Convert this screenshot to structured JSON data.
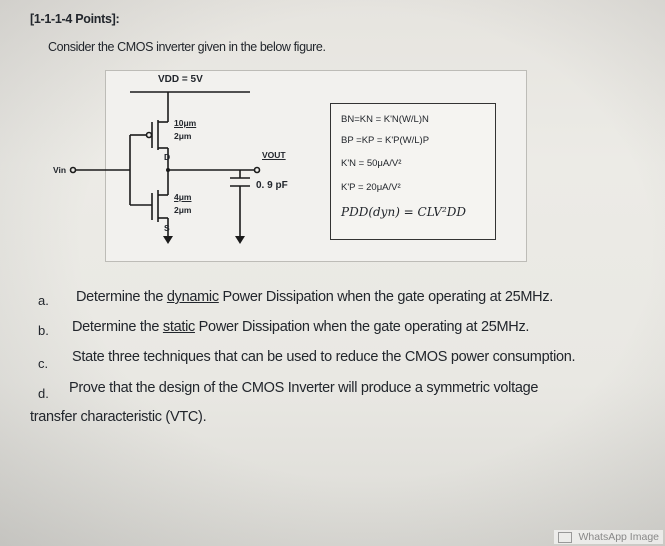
{
  "header": {
    "title": "[1-1-1-4 Points]:"
  },
  "intro": "Consider the CMOS inverter given in the below figure.",
  "figure": {
    "vdd": "VDD = 5V",
    "vin": "Vin",
    "vout": "VOUT",
    "cap": "0. 9 pF",
    "pmos_wl": {
      "w": "10μm",
      "l": "2μm"
    },
    "nmos_wl": {
      "w": "4μm",
      "l": "2μm"
    },
    "d": "D",
    "s": "S",
    "params": [
      "BN=KN = K'N(W/L)N",
      "BP =KP = K'P(W/L)P",
      "K'N = 50μA/V²",
      "K'P = 20μA/V²",
      "PDD(dyn) = CLV²DD"
    ]
  },
  "questions": [
    {
      "letter": "a.",
      "before": "Determine the ",
      "keyword": "dynamic",
      "after": " Power Dissipation when the gate operating at 25MHz."
    },
    {
      "letter": "b.",
      "before": "Determine the ",
      "keyword": "static",
      "after": " Power Dissipation when the gate operating at 25MHz."
    },
    {
      "letter": "c.",
      "before": "State three techniques that can be used to reduce the CMOS power consumption.",
      "keyword": "",
      "after": ""
    },
    {
      "letter": "d.",
      "before": "Prove that the design of the CMOS Inverter will produce a symmetric voltage",
      "keyword": "",
      "after": ""
    }
  ],
  "question_d_continuation": "transfer characteristic (VTC).",
  "watermark": "WhatsApp Image"
}
